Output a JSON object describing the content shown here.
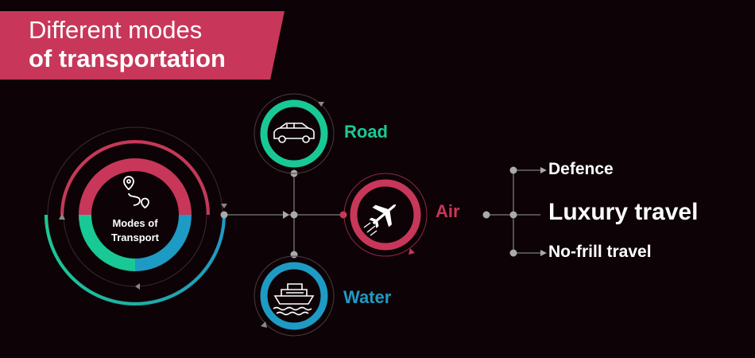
{
  "title": {
    "line1": "Different modes",
    "line2": "of transportation"
  },
  "center": {
    "label_line1": "Modes of",
    "label_line2": "Transport",
    "icon": "route-pin-icon"
  },
  "modes": [
    {
      "label": "Road",
      "icon": "car-icon",
      "color": "#19c995"
    },
    {
      "label": "Air",
      "icon": "airplane-icon",
      "color": "#c8375a"
    },
    {
      "label": "Water",
      "icon": "ship-icon",
      "color": "#1e9bc4"
    }
  ],
  "air_uses": [
    {
      "label": "Defence"
    },
    {
      "label": "Luxury travel"
    },
    {
      "label": "No-frill travel"
    }
  ],
  "colors": {
    "background": "#0d0306",
    "banner": "#c8375a",
    "road": "#19c995",
    "air": "#c8375a",
    "water": "#1e9bc4",
    "connector": "#9a9a9a"
  }
}
